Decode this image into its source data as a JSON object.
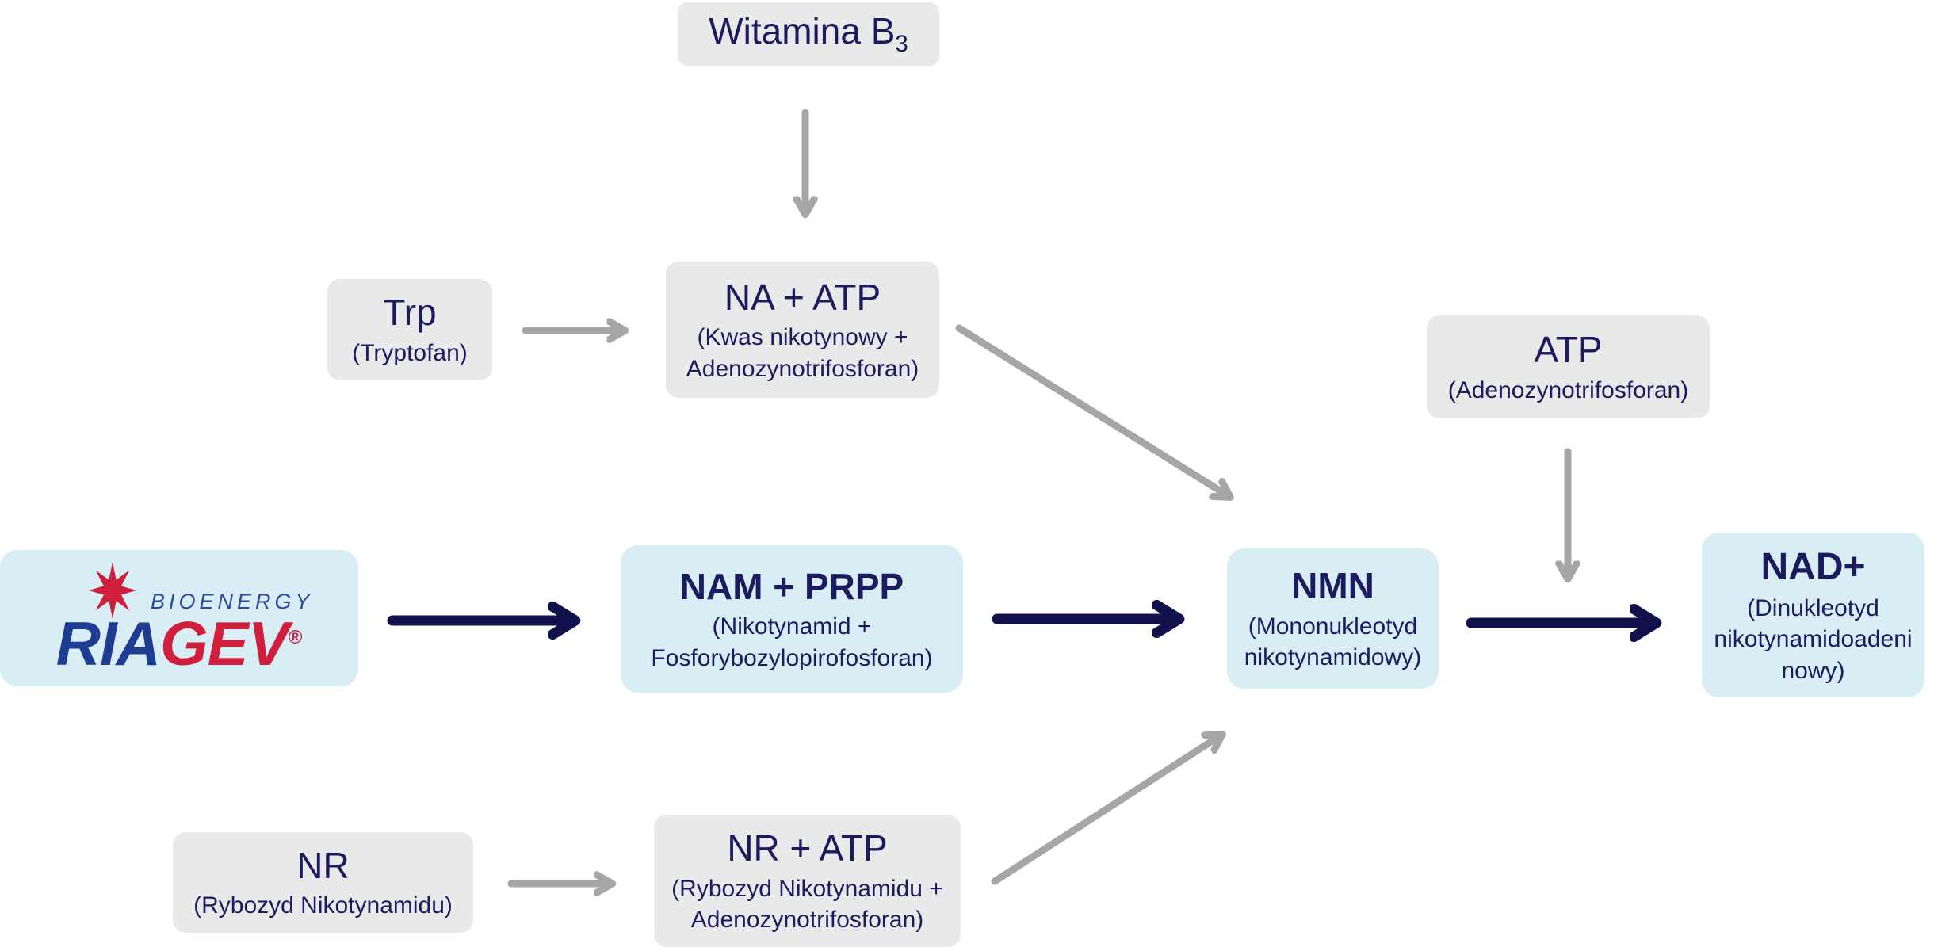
{
  "diagram": {
    "vitamin": {
      "title": "Witamina B",
      "subscript": "3"
    },
    "nodes": {
      "trp": {
        "title": "Trp",
        "subtitle": "(Tryptofan)"
      },
      "na_atp": {
        "title": "NA + ATP",
        "subtitle": "(Kwas nikotynowy + Adenozynotrifosforan)"
      },
      "atp": {
        "title": "ATP",
        "subtitle": "(Adenozynotrifosforan)"
      },
      "nam_prpp": {
        "title": "NAM + PRPP",
        "subtitle": "(Nikotynamid + Fosforybozylopirofosforan)"
      },
      "nmn": {
        "title": "NMN",
        "subtitle": "(Mononukleotyd nikotynamidowy)"
      },
      "nad": {
        "title": "NAD+",
        "subtitle": "(Dinukleotyd nikotynamidoadeninowy)"
      },
      "nr": {
        "title": "NR",
        "subtitle": "(Rybozyd Nikotynamidu)"
      },
      "nr_atp": {
        "title": "NR + ATP",
        "subtitle": "(Rybozyd Nikotynamidu + Adenozynotrifosforan)"
      }
    },
    "logo": {
      "tagline": "BIOENERGY",
      "brand_primary": "RIA",
      "brand_secondary": "GEV",
      "registered": "®"
    },
    "colors": {
      "box_gray": "#e9e9ea",
      "box_blue": "#d8edf4",
      "text_navy": "#1b1b5e",
      "arrow_navy": "#10104a",
      "arrow_gray": "#a6a6a6",
      "logo_blue": "#1e3d92",
      "logo_red": "#d01e3d"
    }
  }
}
